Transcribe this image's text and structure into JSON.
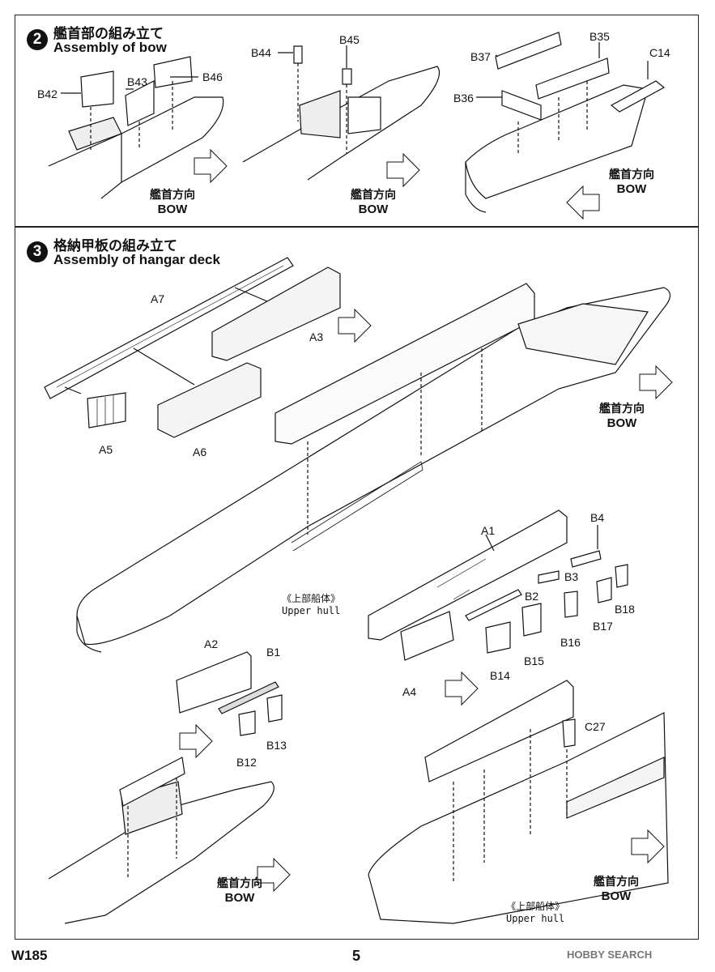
{
  "step2": {
    "number": "2",
    "title_jp": "艦首部の組み立て",
    "title_en": "Assembly of bow",
    "part_labels": [
      "B42",
      "B43",
      "B46",
      "B44",
      "B45",
      "B37",
      "B35",
      "C14",
      "B36"
    ],
    "direction_jp": "艦首方向",
    "direction_en": "BOW"
  },
  "step3": {
    "number": "3",
    "title_jp": "格納甲板の組み立て",
    "title_en": "Assembly of hangar deck",
    "part_labels": [
      "A7",
      "A3",
      "A5",
      "A6",
      "A1",
      "B4",
      "B3",
      "B2",
      "B18",
      "B17",
      "B16",
      "B15",
      "B14",
      "A4",
      "A2",
      "B1",
      "B13",
      "B12",
      "C27"
    ],
    "direction_jp": "艦首方向",
    "direction_en": "BOW",
    "hull_jp": "《上部船体》",
    "hull_en": "Upper hull"
  },
  "footer": {
    "code": "W185",
    "page": "5",
    "watermark": "HOBBY SEARCH"
  }
}
